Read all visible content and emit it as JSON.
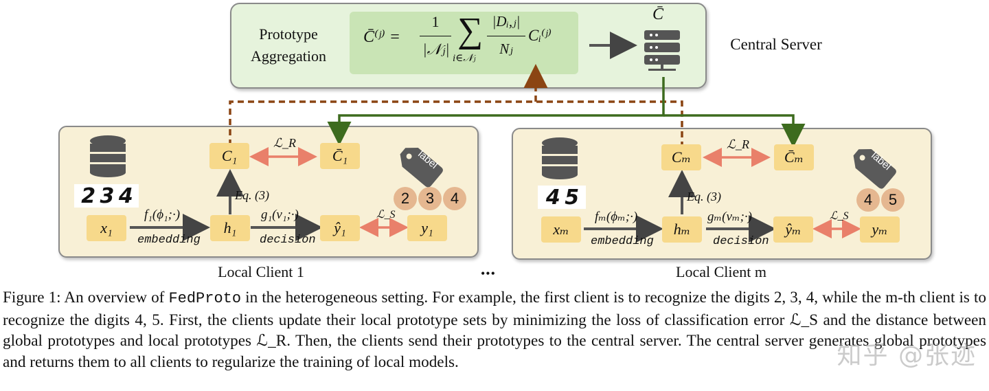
{
  "server": {
    "title_line1": "Prototype",
    "title_line2": "Aggregation",
    "formula_lhs": "C̄⁽ʲ⁾ =",
    "formula_frac_num": "1",
    "formula_frac_den": "|𝒩ⱼ|",
    "formula_sum_sub": "i∈𝒩ⱼ",
    "formula_frac2_num": "|Dᵢ,ⱼ|",
    "formula_frac2_den": "Nⱼ",
    "formula_tail": "Cᵢ⁽ʲ⁾",
    "server_symbol": "C̄",
    "label": "Central Server"
  },
  "client1": {
    "proto": "C₁",
    "global_proto": "C̄₁",
    "loss_r": "ℒ_R",
    "eq_ref": "Eq. (3)",
    "input": "x₁",
    "hidden": "h₁",
    "pred": "ŷ₁",
    "label_node": "y₁",
    "loss_s": "ℒ_S",
    "embed_fn": "f₁(ϕ₁;·)",
    "embed_text": "embedding",
    "decide_fn": "g₁(v₁;·)",
    "decide_text": "decision",
    "digits": "2 3 4",
    "tag_text": "label",
    "circles": [
      "2",
      "3",
      "4"
    ],
    "name": "Local Client 1"
  },
  "clientm": {
    "proto": "Cₘ",
    "global_proto": "C̄ₘ",
    "loss_r": "ℒ_R",
    "eq_ref": "Eq. (3)",
    "input": "xₘ",
    "hidden": "hₘ",
    "pred": "ŷₘ",
    "label_node": "yₘ",
    "loss_s": "ℒ_S",
    "embed_fn": "fₘ(ϕₘ;·)",
    "embed_text": "embedding",
    "decide_fn": "gₘ(vₘ;·)",
    "decide_text": "decision",
    "digits": "4 5",
    "tag_text": "label",
    "circles": [
      "4",
      "5"
    ],
    "name": "Local Client m"
  },
  "ellipsis": "•••",
  "caption": {
    "p1": "Figure 1: An overview of ",
    "code": "FedProto",
    "p2": " in the heterogeneous setting. For example, the first client is to recognize the digits 2, 3, 4, while the m-th client is to recognize the digits 4, 5. First, the clients update their local prototype sets by minimizing the loss of classification error ℒ_S and the distance between global prototypes and local prototypes ℒ_R. Then, the clients send their prototypes to the central server. The central server generates global prototypes and returns them to all clients to regularize the training of local models."
  },
  "watermark": "知乎 @张迹",
  "colors": {
    "server_bg": "#e6f3dc",
    "formula_bg": "#c9e4b5",
    "client_bg": "#f8f0d6",
    "node_bg": "#f7d98b",
    "upload_arrow": "#8b4513",
    "download_arrow": "#3d6b1e",
    "loss_arrow": "#e9806a",
    "circle_bg": "#e5b790"
  }
}
